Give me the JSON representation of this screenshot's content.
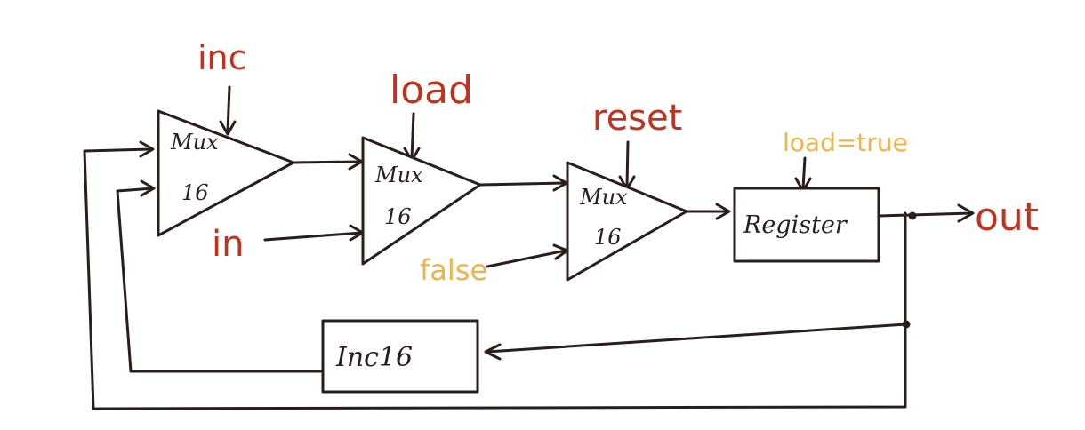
{
  "signals": {
    "inc": "inc",
    "load": "load",
    "reset": "reset",
    "in": "in",
    "false": "false",
    "load_true": "load=true",
    "out": "out"
  },
  "blocks": {
    "mux1": {
      "line1": "Mux",
      "line2": "16"
    },
    "mux2": {
      "line1": "Mux",
      "line2": "16"
    },
    "mux3": {
      "line1": "Mux",
      "line2": "16"
    },
    "register": "Register",
    "inc16": "Inc16"
  },
  "colors": {
    "ink": "#2a1e1a",
    "signal_red": "#c0321e",
    "signal_amber": "#f0b24a"
  }
}
